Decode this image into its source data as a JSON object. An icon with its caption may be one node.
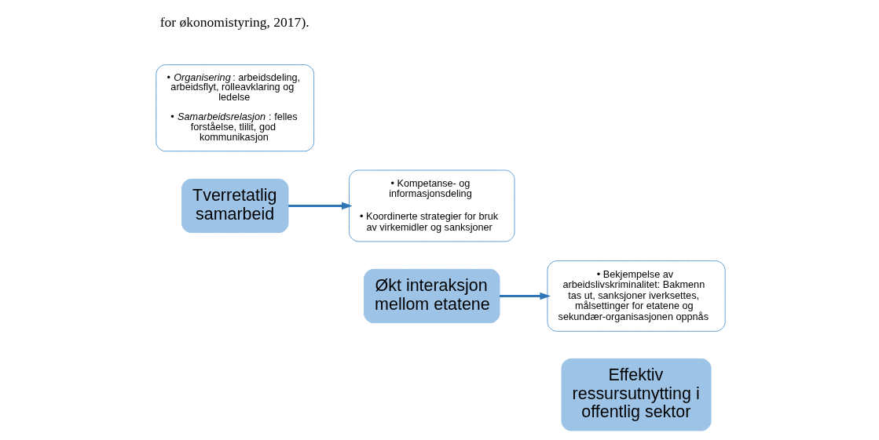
{
  "diagram": {
    "nodes": [
      {
        "text": [
          "• *Organisering*: arbeidsdeling, arbeidsflyt, rolleavklaring og ledelse",
          "• *Samarbeidsrelasjon*: felles forståelse, tlilit, god kommunikasjon"
        ]
      },
      {
        "text": [
          "Tverretatlig samarbeid"
        ]
      },
      {
        "text": [
          "• Kompetanse- og informasjonsdeling",
          "• Koordinerte strategier for bruk av virkemidler og sanksjoner"
        ]
      },
      {
        "text": [
          "Økt interaksjon mellom etatene"
        ]
      },
      {
        "text": [
          "• Bekjempelse av arbeidslivskriminalitet: Bakmenn tas ut, sanksjoner iverksettes, målsettinger for etatene og sekundær-organisasjonen oppnås"
        ]
      },
      {
        "text": [
          "Effektiv ressursutnytting i offentlig sektor"
        ]
      }
    ],
    "edges": [
      {
        "from": 1,
        "to": 2,
        "arrow": "to"
      },
      {
        "from": 3,
        "to": 4,
        "arrow": "to"
      }
    ],
    "labels": [
      "for økonomistyring, 2017)."
    ]
  }
}
